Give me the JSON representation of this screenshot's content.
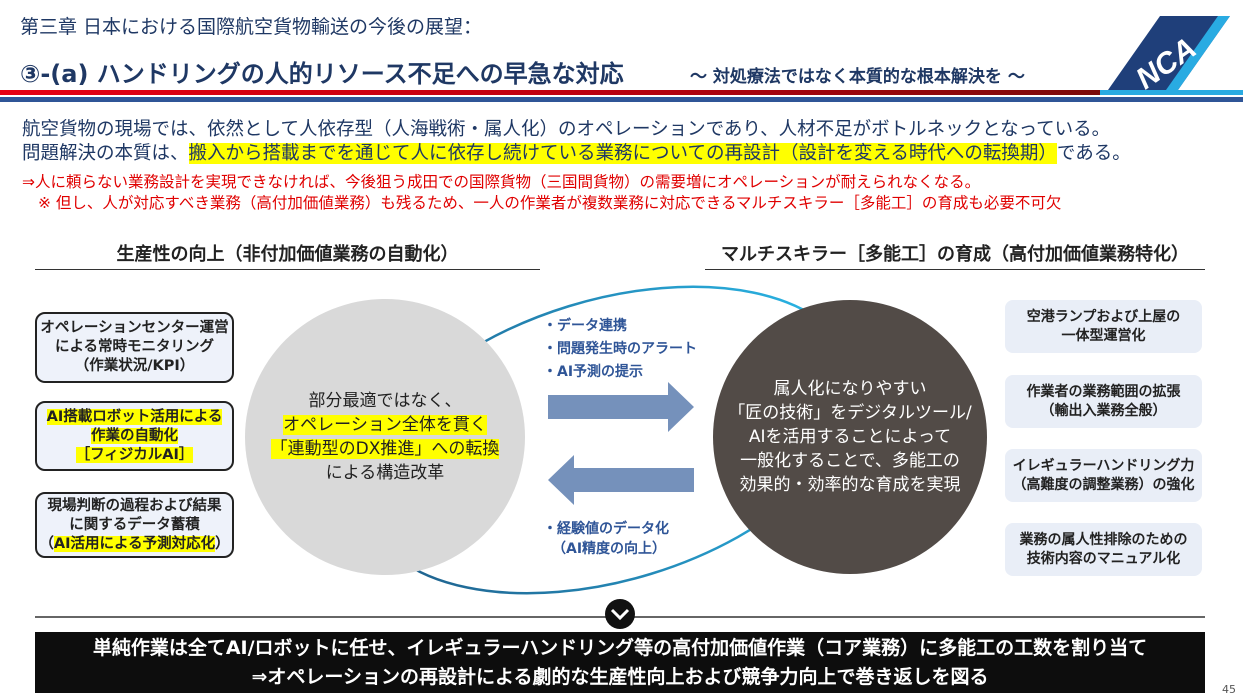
{
  "header": {
    "chapter": "第三章 日本における国際航空貨物輸送の今後の展望：",
    "title": "③-(a) ハンドリングの人的リソース不足への早急な対応",
    "subtitle": "～ 対処療法ではなく本質的な根本解決を ～",
    "logo_text": "NCA"
  },
  "intro": {
    "line1": "航空貨物の現場では、依然として人依存型（人海戦術・属人化）のオペレーションであり、人材不足がボトルネックとなっている。",
    "line2_pre": "問題解決の本質は、",
    "line2_hl": "搬入から搭載までを通じて人に依存し続けている業務についての再設計（設計を変える時代への転換期）",
    "line2_post": "である。",
    "red1": "⇒人に頼らない業務設計を実現できなければ、今後狙う成田での国際貨物（三国間貨物）の需要増にオペレーションが耐えられなくなる。",
    "red2": "※ 但し、人が対応すべき業務（高付加価値業務）も残るため、一人の作業者が複数業務に対応できるマルチスキラー［多能工］の育成も必要不可欠"
  },
  "left": {
    "heading": "生産性の向上（非付加価値業務の自動化）",
    "box1": [
      "オペレーションセンター運営",
      "による常時モニタリング",
      "（作業状況/KPI）"
    ],
    "box2": [
      "AI搭載ロボット活用による",
      "作業の自動化",
      "［フィジカルAI］"
    ],
    "box3": [
      "現場判断の過程および結果",
      "に関するデータ蓄積",
      "（",
      "AI活用による予測対応化",
      "）"
    ]
  },
  "center_left": [
    "部分最適ではなく、",
    "オペレーション全体を貫く",
    "「連動型のDX推進」への転換",
    "による構造改革"
  ],
  "flows": {
    "top": [
      "・データ連携",
      "・問題発生時のアラート",
      "・AI予測の提示"
    ],
    "bottom": [
      "・経験値のデータ化",
      "（AI精度の向上）"
    ]
  },
  "center_right": [
    "属人化になりやすい",
    "「匠の技術」をデジタルツール/",
    "AIを活用することによって",
    "一般化することで、多能工の",
    "効果的・効率的な育成を実現"
  ],
  "right": {
    "heading": "マルチスキラー［多能工］の育成（高付加価値業務特化）",
    "boxes": [
      [
        "空港ランプおよび上屋の",
        "一体型運営化"
      ],
      [
        "作業者の業務範囲の拡張",
        "（輸出入業務全般）"
      ],
      [
        "イレギュラーハンドリング力",
        "（高難度の調整業務）の強化"
      ],
      [
        "業務の属人性排除のための",
        "技術内容のマニュアル化"
      ]
    ]
  },
  "banner": {
    "line1": "単純作業は全てAI/ロボットに任せ、イレギュラーハンドリング等の高付加価値作業（コア業務）に多能工の工数を割り当て",
    "line2": "⇒オペレーションの再設計による劇的な生産性向上および競争力向上で巻き返しを図る"
  },
  "page_number": "45"
}
